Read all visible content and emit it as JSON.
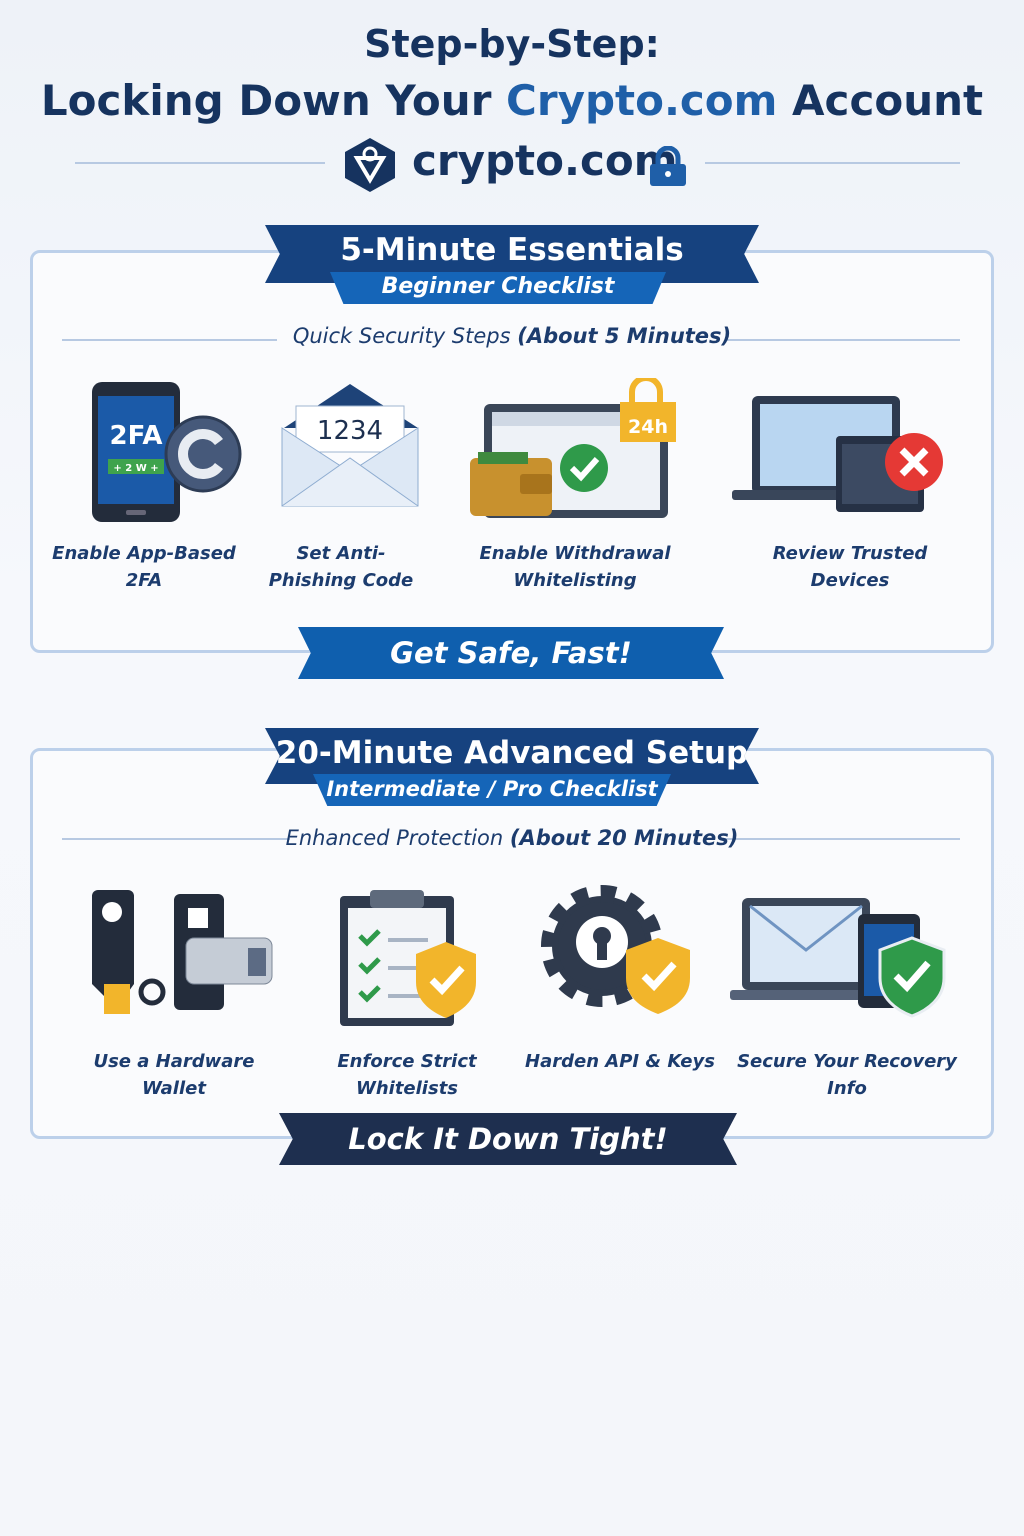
{
  "header": {
    "title_line1": "Step-by-Step:",
    "title_line2_pre": "Locking Down Your ",
    "title_line2_accent": "Crypto.com",
    "title_line2_post": " Account",
    "brand": "crypto.com"
  },
  "sections": [
    {
      "title": "5-Minute Essentials",
      "subtitle": "Beginner Checklist",
      "intro": "Quick Security Steps ",
      "intro_bold": "(About 5 Minutes)",
      "items": [
        {
          "label": "Enable App-Based 2FA",
          "icon": "phone-2fa-icon",
          "icon_text": "2FA",
          "badge": "+ 2 W +"
        },
        {
          "label": "Set Anti-Phishing Code",
          "icon": "envelope-code-icon",
          "icon_text": "1234"
        },
        {
          "label": "Enable Withdrawal Whitelisting",
          "icon": "wallet-laptop-icon",
          "icon_text": "24h"
        },
        {
          "label": "Review Trusted Devices",
          "icon": "devices-remove-icon"
        }
      ],
      "cta": "Get Safe, Fast!"
    },
    {
      "title": "20-Minute Advanced Setup",
      "subtitle": "Intermediate / Pro Checklist",
      "intro": "Enhanced Protection ",
      "intro_bold": "(About 20 Minutes)",
      "items": [
        {
          "label": "Use a Hardware Wallet",
          "icon": "hardware-wallet-icon"
        },
        {
          "label": "Enforce Strict Whitelists",
          "icon": "clipboard-shield-icon"
        },
        {
          "label": "Harden API & Keys",
          "icon": "gear-key-shield-icon"
        },
        {
          "label": "Secure Your Recovery Info",
          "icon": "email-phone-shield-icon"
        }
      ],
      "cta": "Lock It Down Tight!"
    }
  ],
  "colors": {
    "navy": "#16335f",
    "blue": "#1565b8",
    "dark": "#1e2f4f",
    "gold": "#f2b52b",
    "green": "#2f9a4a",
    "red": "#e53935"
  }
}
